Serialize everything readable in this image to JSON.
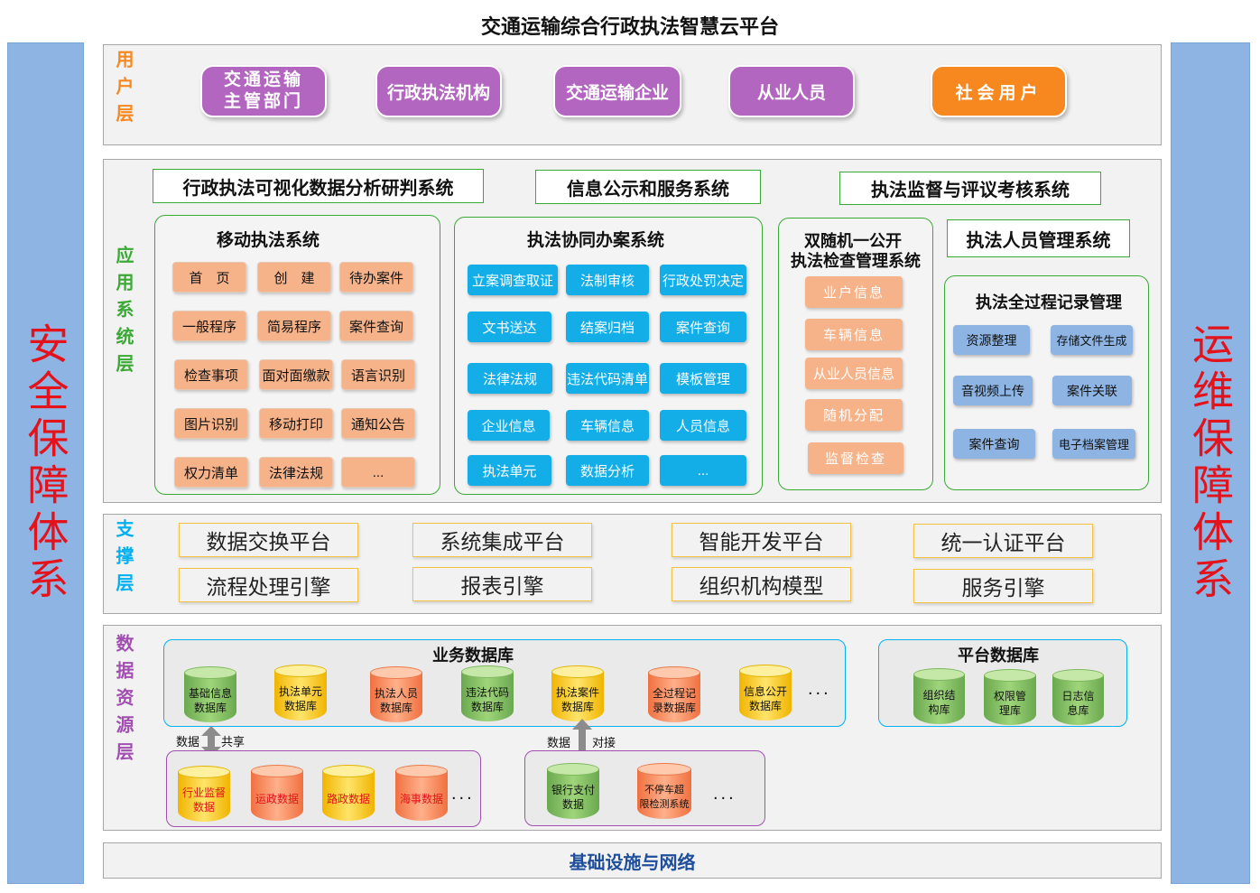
{
  "title": "交通运输综合行政执法智慧云平台",
  "left_side": "安全保障体系",
  "right_side": "运维保障体系",
  "user_layer": {
    "label": "用户层",
    "items": [
      "交通运输\n主管部门",
      "行政执法机构",
      "交通运输企业",
      "从业人员",
      "社会用户"
    ]
  },
  "app_layer": {
    "label": "应用系统层",
    "top_systems": [
      "行政执法可视化数据分析研判系统",
      "信息公示和服务系统",
      "执法监督与评议考核系统"
    ],
    "mobile": {
      "title": "移动执法系统",
      "items": [
        "首　页",
        "创　建",
        "待办案件",
        "一般程序",
        "简易程序",
        "案件查询",
        "检查事项",
        "面对面缴款",
        "语言识别",
        "图片识别",
        "移动打印",
        "通知公告",
        "权力清单",
        "法律法规",
        "..."
      ]
    },
    "collab": {
      "title": "执法协同办案系统",
      "items": [
        "立案调查取证",
        "法制审核",
        "行政处罚决定",
        "文书送达",
        "结案归档",
        "案件查询",
        "法律法规",
        "违法代码清单",
        "模板管理",
        "企业信息",
        "车辆信息",
        "人员信息",
        "执法单元",
        "数据分析",
        "..."
      ]
    },
    "random": {
      "title_line1": "双随机一公开",
      "title_line2": "执法检查管理系统",
      "items": [
        "业户信息",
        "车辆信息",
        "从业人员信息",
        "随机分配",
        "监督检查"
      ]
    },
    "personnel": "执法人员管理系统",
    "record": {
      "title": "执法全过程记录管理",
      "items": [
        "资源整理",
        "存储文件生成",
        "音视频上传",
        "案件关联",
        "案件查询",
        "电子档案管理"
      ]
    }
  },
  "support_layer": {
    "label": "支撑层",
    "items": [
      "数据交换平台",
      "系统集成平台",
      "智能开发平台",
      "统一认证平台",
      "流程处理引擎",
      "报表引擎",
      "组织机构模型",
      "服务引擎"
    ]
  },
  "data_layer": {
    "label": "数据资源层",
    "business_db": {
      "title": "业务数据库",
      "items": [
        "基础信息\n数据库",
        "执法单元\n数据库",
        "执法人员\n数据库",
        "违法代码\n数据库",
        "执法案件\n数据库",
        "全过程记\n录数据库",
        "信息公开\n数据库"
      ],
      "more": "..."
    },
    "platform_db": {
      "title": "平台数据库",
      "items": [
        "组织结\n构库",
        "权限管\n理库",
        "日志信\n息库"
      ]
    },
    "share_left": "数据",
    "share_right": "共享",
    "dock_left": "数据",
    "dock_right": "对接",
    "external_db": {
      "items": [
        "行业监督\n数据",
        "运政数据",
        "路政数据",
        "海事数据"
      ],
      "more": "..."
    },
    "third_party": {
      "items": [
        "银行支付\n数据",
        "不停车超\n限检测系统"
      ],
      "more": "..."
    }
  },
  "infra": "基础设施与网络"
}
